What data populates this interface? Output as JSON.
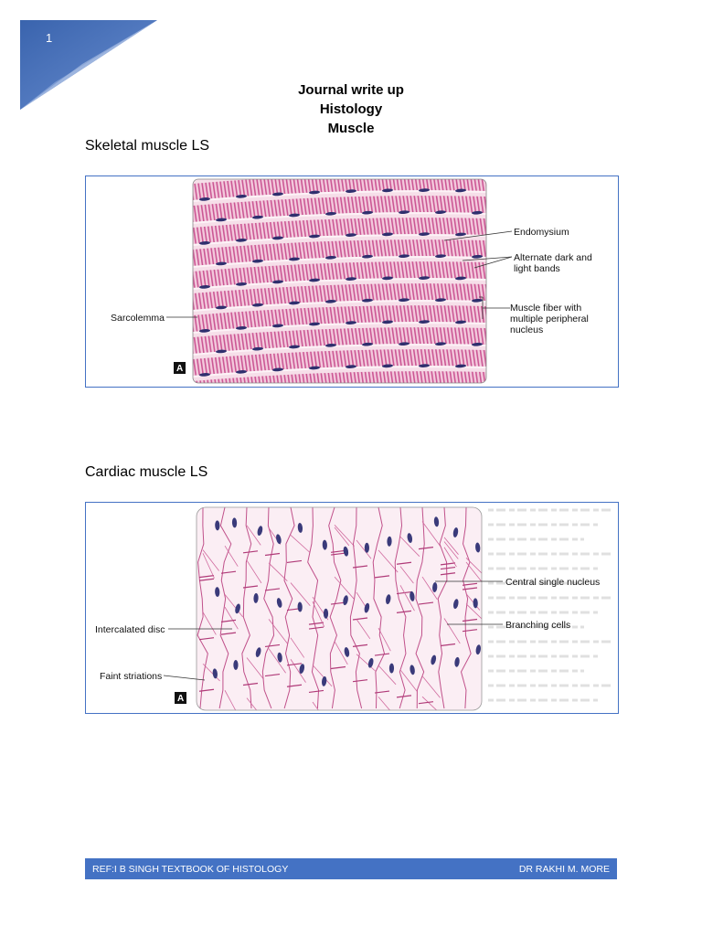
{
  "page": {
    "number": "1"
  },
  "heading": {
    "line1": "Journal write up",
    "line2": "Histology",
    "line3": "Muscle"
  },
  "skeletal": {
    "section_title": "Skeletal muscle LS",
    "labels": {
      "endomysium": "Endomysium",
      "bands_1": "Alternate dark and",
      "bands_2": "light bands",
      "fiber_1": "Muscle fiber with",
      "fiber_2": "multiple peripheral",
      "fiber_3": "nucleus",
      "sarcolemma": "Sarcolemma",
      "panel_letter": "A"
    }
  },
  "cardiac": {
    "section_title": "Cardiac muscle LS",
    "labels": {
      "nucleus": "Central single nucleus",
      "branching": "Branching cells",
      "disc": "Intercalated disc",
      "striations": "Faint striations",
      "panel_letter": "A"
    }
  },
  "footer": {
    "left": "REF:I B SINGH TEXTBOOK OF HISTOLOGY",
    "right": "DR RAKHI M. MORE"
  },
  "colors": {
    "accent": "#4472c4",
    "accent_light": "#8faadc",
    "stain_pink": "#e8a7c4",
    "stain_dark": "#c0508a",
    "nucleus": "#3a3a7a"
  }
}
